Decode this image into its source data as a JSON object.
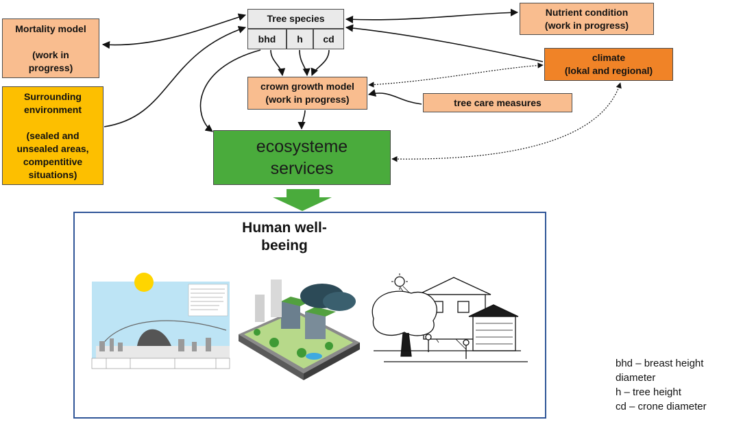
{
  "nodes": {
    "tree_species": "Tree species",
    "bhd": "bhd",
    "h": "h",
    "cd": "cd",
    "mortality": "Mortality model\n\n(work in\nprogress)",
    "surrounding": "Surrounding\nenvironment\n\n(sealed and\nunsealed areas,\ncompentitive\nsituations)",
    "nutrient": "Nutrient condition\n(work in progress)",
    "climate": "climate\n(lokal and regional)",
    "crown_growth": "crown growth model\n(work in progress)",
    "tree_care": "tree care measures",
    "ecosystem": "ecosysteme\nservices"
  },
  "wellbeing": {
    "title": "Human well-\nbeeing"
  },
  "legend": [
    "bhd – breast height",
    "diameter",
    "h – tree height",
    "cd – crone diameter"
  ],
  "colors": {
    "salmon": "#f9bd8f",
    "orange": "#f08327",
    "gold": "#fdbf00",
    "green": "#4aab3c",
    "frame_blue": "#2f5597"
  },
  "icons": [
    "urban-climate-illustration-icon",
    "green-city-illustration-icon",
    "house-tree-people-illustration-icon"
  ]
}
